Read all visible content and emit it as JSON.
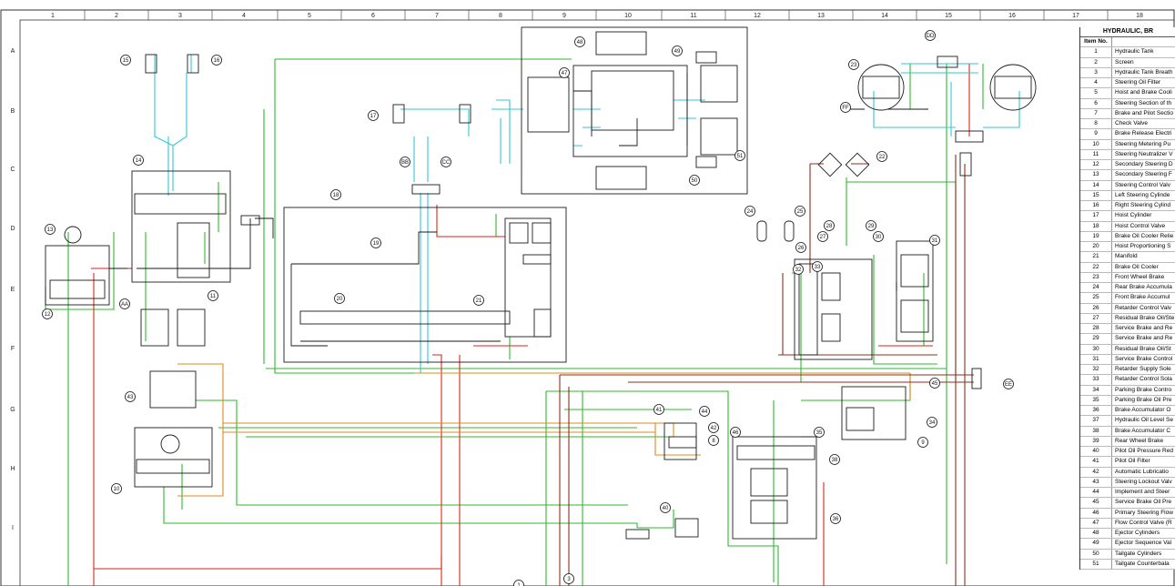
{
  "title": "HYDRAULIC, BR",
  "column_header": {
    "item": "Item No.",
    "description": ""
  },
  "grid_columns": [
    "1",
    "2",
    "3",
    "4",
    "5",
    "6",
    "7",
    "8",
    "9",
    "10",
    "11",
    "12",
    "13",
    "14",
    "15",
    "16",
    "17",
    "18"
  ],
  "grid_rows": [
    "A",
    "B",
    "C",
    "D",
    "E",
    "F",
    "G",
    "H",
    "I"
  ],
  "legend_items": [
    {
      "no": "1",
      "desc": "Hydraulic Tank"
    },
    {
      "no": "2",
      "desc": "Screen"
    },
    {
      "no": "3",
      "desc": "Hydraulic Tank Breath"
    },
    {
      "no": "4",
      "desc": "Steering Oil Filter"
    },
    {
      "no": "5",
      "desc": "Hoist and Brake Cooli"
    },
    {
      "no": "6",
      "desc": "Steering Section of th"
    },
    {
      "no": "7",
      "desc": "Brake and Pilot Sectio"
    },
    {
      "no": "8",
      "desc": "Check Valve"
    },
    {
      "no": "9",
      "desc": "Brake Release Electri"
    },
    {
      "no": "10",
      "desc": "Steering Metering Pu"
    },
    {
      "no": "11",
      "desc": "Steering Neutralizer V"
    },
    {
      "no": "12",
      "desc": "Secondary Steering D"
    },
    {
      "no": "13",
      "desc": "Secondary Steering F"
    },
    {
      "no": "14",
      "desc": "Steering Control Valv"
    },
    {
      "no": "15",
      "desc": "Left Steering Cylinde"
    },
    {
      "no": "16",
      "desc": "Right Steering Cylind"
    },
    {
      "no": "17",
      "desc": "Hoist Cylinder"
    },
    {
      "no": "18",
      "desc": "Hoist Control Valve"
    },
    {
      "no": "19",
      "desc": "Brake Oil Cooler Relie"
    },
    {
      "no": "20",
      "desc": "Hoist Proportioning S"
    },
    {
      "no": "21",
      "desc": "Manifold"
    },
    {
      "no": "22",
      "desc": "Brake Oil Cooler"
    },
    {
      "no": "23",
      "desc": "Front Wheel Brake"
    },
    {
      "no": "24",
      "desc": "Rear Brake Accumula"
    },
    {
      "no": "25",
      "desc": "Front Brake Accumul"
    },
    {
      "no": "26",
      "desc": "Retarder Control Valv"
    },
    {
      "no": "27",
      "desc": "Residual Brake Oil/Ste"
    },
    {
      "no": "28",
      "desc": "Service Brake and Re"
    },
    {
      "no": "29",
      "desc": "Service Brake and Re"
    },
    {
      "no": "30",
      "desc": "Residual Brake Oil/St"
    },
    {
      "no": "31",
      "desc": "Service Brake Control"
    },
    {
      "no": "32",
      "desc": "Retarder Supply Sole"
    },
    {
      "no": "33",
      "desc": "Retarder Control Sola"
    },
    {
      "no": "34",
      "desc": "Parking Brake Contro"
    },
    {
      "no": "35",
      "desc": "Parking Brake Oil Pre"
    },
    {
      "no": "36",
      "desc": "Brake Accumulator O"
    },
    {
      "no": "37",
      "desc": "Hydraulic Oil Level Se"
    },
    {
      "no": "38",
      "desc": "Brake Accumulator C"
    },
    {
      "no": "39",
      "desc": "Rear Wheel Brake"
    },
    {
      "no": "40",
      "desc": "Pilot Oil Pressure Red"
    },
    {
      "no": "41",
      "desc": "Pilot Oil Filter"
    },
    {
      "no": "42",
      "desc": "Automatic Lubricatio"
    },
    {
      "no": "43",
      "desc": "Steering Lockout Valv"
    },
    {
      "no": "44",
      "desc": "Implement and Steer"
    },
    {
      "no": "45",
      "desc": "Service Brake Oil Pre"
    },
    {
      "no": "46",
      "desc": "Primary Steering Flow"
    },
    {
      "no": "47",
      "desc": "Flow Control Valve (R"
    },
    {
      "no": "48",
      "desc": "Ejector Cylinders"
    },
    {
      "no": "49",
      "desc": "Ejector Sequence Val"
    },
    {
      "no": "50",
      "desc": "Tailgate Cylinders"
    },
    {
      "no": "51",
      "desc": "Tailgate Counterbala"
    }
  ],
  "callouts": [
    "15",
    "16",
    "17",
    "14",
    "13",
    "12",
    "11",
    "43",
    "10",
    "AA",
    "18",
    "19",
    "20",
    "21",
    "BB",
    "CC",
    "48",
    "47",
    "49",
    "50",
    "51",
    "DD",
    "23",
    "FF",
    "22",
    "24",
    "25",
    "26",
    "27",
    "28",
    "29",
    "30",
    "31",
    "32",
    "33",
    "EE",
    "45",
    "44",
    "42",
    "8",
    "38",
    "36",
    "40",
    "41",
    "46",
    "35",
    "34",
    "9",
    "3",
    "1"
  ],
  "line_colors": {
    "supply": "#d9261c",
    "return": "#2eb82e",
    "pilot": "#33c6d6",
    "drain": "#e08a1e",
    "brake": "#8b2f1f",
    "symbol": "#1a1a1a"
  }
}
